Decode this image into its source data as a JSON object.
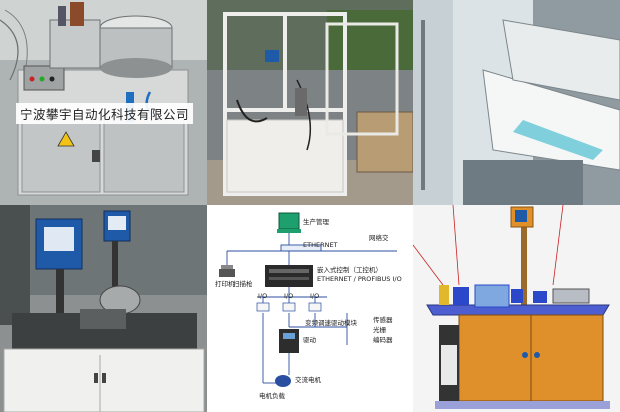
{
  "caption": "宁波攀宇自动化科技有限公司",
  "diagram": {
    "pc_label": "生产管理",
    "network_label": "ETHERNET",
    "network_right_label": "网络交",
    "controller_label": "嵌入式控制（工控机）",
    "controller_sub": "ETHERNET / PROFIBUS  I/O",
    "left_device_label": "打印机",
    "left_device_sub": "扫描枪",
    "node_a": "I/O",
    "node_b": "I/O",
    "node_c": "I/O",
    "mid_label": "变频调速驱动模块",
    "right_label_1": "传感器",
    "right_label_2": "光栅",
    "right_label_3": "编码器",
    "right_label_4": "",
    "drive_label": "驱动",
    "motor_label": "交流电机",
    "bottom_label": "电机负载"
  },
  "colors": {
    "machine_gray": "#c9cccc",
    "panel_blue": "#1e5aa8",
    "cabinet_orange": "#e0902a",
    "frame_white": "#f4f4f2",
    "diagram_line": "#2b4fa0"
  }
}
